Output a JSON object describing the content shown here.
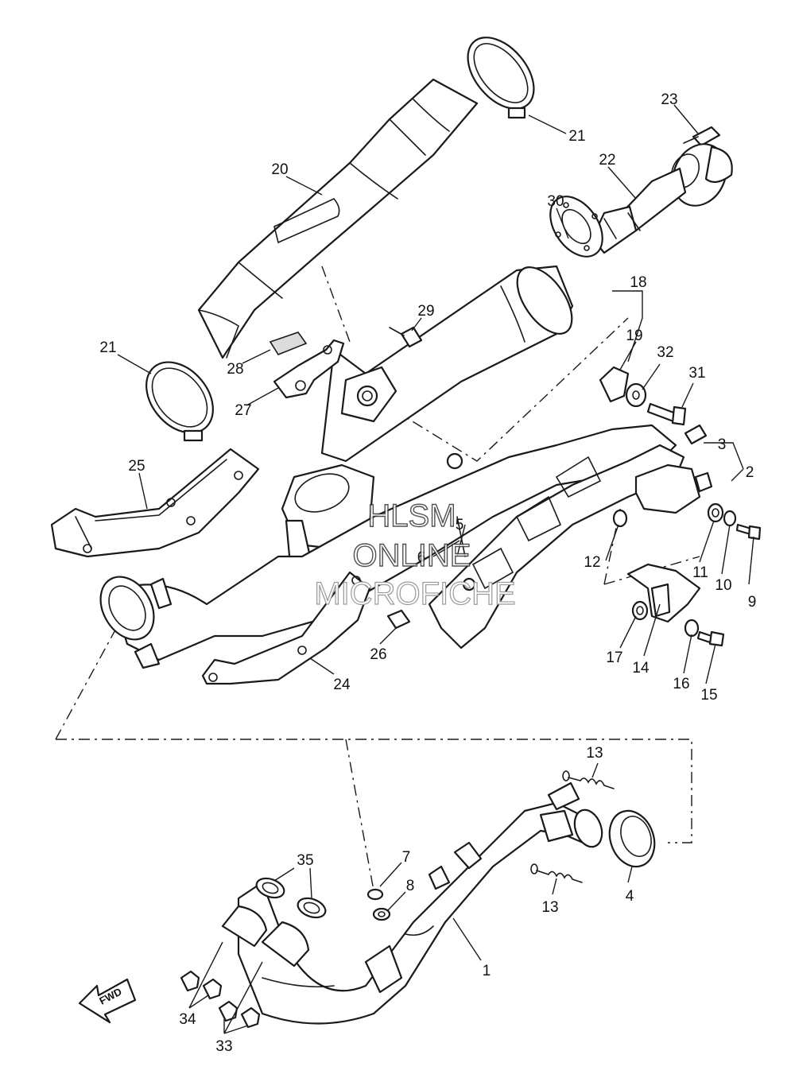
{
  "watermark": {
    "line1": "HLSM",
    "line2": "ONLINE",
    "line3": "MICROFICHE"
  },
  "direction_label": "FWD",
  "callouts": {
    "c1": "1",
    "c2": "2",
    "c3": "3",
    "c4": "4",
    "c5": "5",
    "c6": "6",
    "c7": "7",
    "c8": "8",
    "c9": "9",
    "c10": "10",
    "c11": "11",
    "c12": "12",
    "c13a": "13",
    "c13b": "13",
    "c14": "14",
    "c15": "15",
    "c16": "16",
    "c17": "17",
    "c18": "18",
    "c19": "19",
    "c20": "20",
    "c21a": "21",
    "c21b": "21",
    "c22": "22",
    "c23": "23",
    "c24": "24",
    "c25": "25",
    "c26": "26",
    "c27": "27",
    "c28": "28",
    "c29": "29",
    "c30": "30",
    "c31": "31",
    "c32": "32",
    "c33": "33",
    "c34": "34",
    "c35": "35"
  }
}
